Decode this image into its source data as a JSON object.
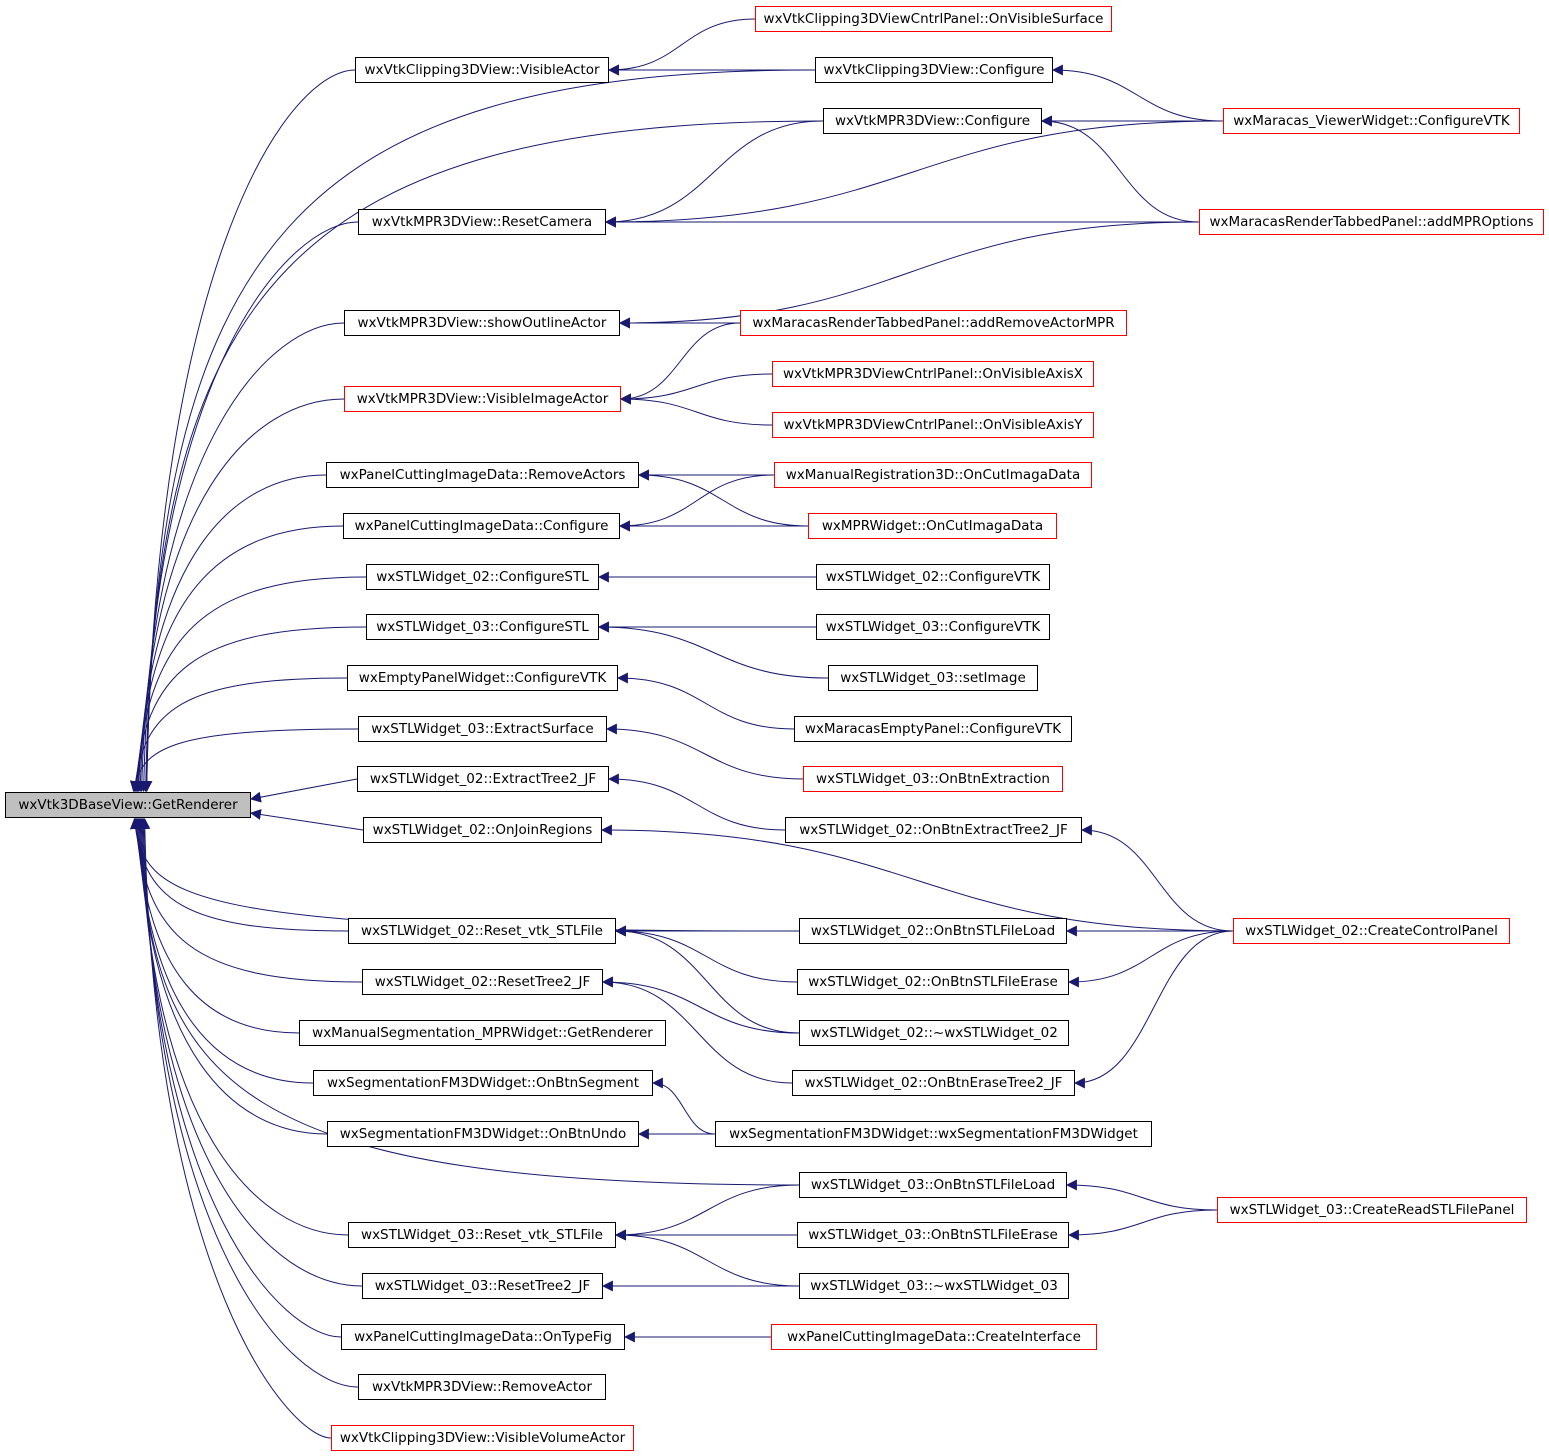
{
  "graph": {
    "title": "",
    "colors": {
      "edge": "#191970",
      "node_border": "#000000",
      "node_border_incomplete": "#ff0000",
      "root_fill": "#bfbfbf"
    },
    "nodes": [
      {
        "id": "n0",
        "label": "wxVtk3DBaseView::GetRenderer",
        "root": true,
        "red": false
      },
      {
        "id": "n1",
        "label": "wxVtkClipping3DView::VisibleActor",
        "red": false
      },
      {
        "id": "n2",
        "label": "wxVtkClipping3DViewCntrlPanel::OnVisibleSurface",
        "red": true
      },
      {
        "id": "n3",
        "label": "wxVtkClipping3DView::Configure",
        "red": false
      },
      {
        "id": "n4",
        "label": "wxVtkMPR3DView::Configure",
        "red": false
      },
      {
        "id": "n5",
        "label": "wxMaracas_ViewerWidget::ConfigureVTK",
        "red": true
      },
      {
        "id": "n6",
        "label": "wxVtkMPR3DView::ResetCamera",
        "red": false
      },
      {
        "id": "n7",
        "label": "wxMaracasRenderTabbedPanel::addMPROptions",
        "red": true
      },
      {
        "id": "n8",
        "label": "wxVtkMPR3DView::showOutlineActor",
        "red": false
      },
      {
        "id": "n9",
        "label": "wxMaracasRenderTabbedPanel::addRemoveActorMPR",
        "red": true
      },
      {
        "id": "n10",
        "label": "wxVtkMPR3DView::VisibleImageActor",
        "red": true
      },
      {
        "id": "n11",
        "label": "wxVtkMPR3DViewCntrlPanel::OnVisibleAxisX",
        "red": true
      },
      {
        "id": "n12",
        "label": "wxVtkMPR3DViewCntrlPanel::OnVisibleAxisY",
        "red": true
      },
      {
        "id": "n13",
        "label": "wxPanelCuttingImageData::RemoveActors",
        "red": false
      },
      {
        "id": "n14",
        "label": "wxManualRegistration3D::OnCutImagaData",
        "red": true
      },
      {
        "id": "n15",
        "label": "wxPanelCuttingImageData::Configure",
        "red": false
      },
      {
        "id": "n16",
        "label": "wxMPRWidget::OnCutImagaData",
        "red": true
      },
      {
        "id": "n17",
        "label": "wxSTLWidget_02::ConfigureSTL",
        "red": false
      },
      {
        "id": "n18",
        "label": "wxSTLWidget_02::ConfigureVTK",
        "red": false
      },
      {
        "id": "n19",
        "label": "wxSTLWidget_03::ConfigureSTL",
        "red": false
      },
      {
        "id": "n20",
        "label": "wxSTLWidget_03::ConfigureVTK",
        "red": false
      },
      {
        "id": "n21",
        "label": "wxSTLWidget_03::setImage",
        "red": false
      },
      {
        "id": "n22",
        "label": "wxEmptyPanelWidget::ConfigureVTK",
        "red": false
      },
      {
        "id": "n23",
        "label": "wxMaracasEmptyPanel::ConfigureVTK",
        "red": false
      },
      {
        "id": "n24",
        "label": "wxSTLWidget_03::ExtractSurface",
        "red": false
      },
      {
        "id": "n25",
        "label": "wxSTLWidget_03::OnBtnExtraction",
        "red": true
      },
      {
        "id": "n26",
        "label": "wxSTLWidget_02::ExtractTree2_JF",
        "red": false
      },
      {
        "id": "n27",
        "label": "wxSTLWidget_02::OnBtnExtractTree2_JF",
        "red": false
      },
      {
        "id": "n28",
        "label": "wxSTLWidget_02::OnJoinRegions",
        "red": false
      },
      {
        "id": "n29",
        "label": "wxSTLWidget_02::CreateControlPanel",
        "red": true
      },
      {
        "id": "n30",
        "label": "wxSTLWidget_02::Reset_vtk_STLFile",
        "red": false
      },
      {
        "id": "n31",
        "label": "wxSTLWidget_02::OnBtnSTLFileLoad",
        "red": false
      },
      {
        "id": "n32",
        "label": "wxSTLWidget_02::OnBtnSTLFileErase",
        "red": false
      },
      {
        "id": "n33",
        "label": "wxSTLWidget_02::ResetTree2_JF",
        "red": false
      },
      {
        "id": "n34",
        "label": "wxSTLWidget_02::~wxSTLWidget_02",
        "red": false
      },
      {
        "id": "n35",
        "label": "wxManualSegmentation_MPRWidget::GetRenderer",
        "red": false
      },
      {
        "id": "n36",
        "label": "wxSTLWidget_02::OnBtnEraseTree2_JF",
        "red": false
      },
      {
        "id": "n37",
        "label": "wxSegmentationFM3DWidget::OnBtnSegment",
        "red": false
      },
      {
        "id": "n38",
        "label": "wxSegmentationFM3DWidget::OnBtnUndo",
        "red": false
      },
      {
        "id": "n39",
        "label": "wxSegmentationFM3DWidget::wxSegmentationFM3DWidget",
        "red": false
      },
      {
        "id": "n40",
        "label": "wxSTLWidget_03::OnBtnSTLFileLoad",
        "red": false
      },
      {
        "id": "n41",
        "label": "wxSTLWidget_03::CreateReadSTLFilePanel",
        "red": true
      },
      {
        "id": "n42",
        "label": "wxSTLWidget_03::Reset_vtk_STLFile",
        "red": false
      },
      {
        "id": "n43",
        "label": "wxSTLWidget_03::OnBtnSTLFileErase",
        "red": false
      },
      {
        "id": "n44",
        "label": "wxSTLWidget_03::ResetTree2_JF",
        "red": false
      },
      {
        "id": "n45",
        "label": "wxSTLWidget_03::~wxSTLWidget_03",
        "red": false
      },
      {
        "id": "n46",
        "label": "wxPanelCuttingImageData::OnTypeFig",
        "red": false
      },
      {
        "id": "n47",
        "label": "wxPanelCuttingImageData::CreateInterface",
        "red": true
      },
      {
        "id": "n48",
        "label": "wxVtkMPR3DView::RemoveActor",
        "red": false
      },
      {
        "id": "n49",
        "label": "wxVtkClipping3DView::VisibleVolumeActor",
        "red": true
      }
    ],
    "edges": [
      {
        "from": "n1",
        "to": "n0"
      },
      {
        "from": "n3",
        "to": "n0"
      },
      {
        "from": "n4",
        "to": "n0"
      },
      {
        "from": "n6",
        "to": "n0"
      },
      {
        "from": "n8",
        "to": "n0"
      },
      {
        "from": "n10",
        "to": "n0"
      },
      {
        "from": "n13",
        "to": "n0"
      },
      {
        "from": "n15",
        "to": "n0"
      },
      {
        "from": "n17",
        "to": "n0"
      },
      {
        "from": "n19",
        "to": "n0"
      },
      {
        "from": "n22",
        "to": "n0"
      },
      {
        "from": "n24",
        "to": "n0"
      },
      {
        "from": "n26",
        "to": "n0"
      },
      {
        "from": "n28",
        "to": "n0"
      },
      {
        "from": "n31",
        "to": "n0"
      },
      {
        "from": "n30",
        "to": "n0"
      },
      {
        "from": "n33",
        "to": "n0"
      },
      {
        "from": "n35",
        "to": "n0"
      },
      {
        "from": "n37",
        "to": "n0"
      },
      {
        "from": "n38",
        "to": "n0"
      },
      {
        "from": "n40",
        "to": "n0"
      },
      {
        "from": "n42",
        "to": "n0"
      },
      {
        "from": "n44",
        "to": "n0"
      },
      {
        "from": "n46",
        "to": "n0"
      },
      {
        "from": "n48",
        "to": "n0"
      },
      {
        "from": "n49",
        "to": "n0"
      },
      {
        "from": "n2",
        "to": "n1"
      },
      {
        "from": "n3",
        "to": "n1"
      },
      {
        "from": "n5",
        "to": "n3"
      },
      {
        "from": "n5",
        "to": "n4"
      },
      {
        "from": "n7",
        "to": "n4"
      },
      {
        "from": "n4",
        "to": "n6"
      },
      {
        "from": "n5",
        "to": "n6"
      },
      {
        "from": "n7",
        "to": "n6"
      },
      {
        "from": "n7",
        "to": "n8"
      },
      {
        "from": "n9",
        "to": "n8"
      },
      {
        "from": "n9",
        "to": "n10"
      },
      {
        "from": "n11",
        "to": "n10"
      },
      {
        "from": "n12",
        "to": "n10"
      },
      {
        "from": "n14",
        "to": "n13"
      },
      {
        "from": "n16",
        "to": "n13"
      },
      {
        "from": "n14",
        "to": "n15"
      },
      {
        "from": "n16",
        "to": "n15"
      },
      {
        "from": "n18",
        "to": "n17"
      },
      {
        "from": "n20",
        "to": "n19"
      },
      {
        "from": "n21",
        "to": "n19"
      },
      {
        "from": "n23",
        "to": "n22"
      },
      {
        "from": "n25",
        "to": "n24"
      },
      {
        "from": "n27",
        "to": "n26"
      },
      {
        "from": "n29",
        "to": "n28"
      },
      {
        "from": "n29",
        "to": "n27"
      },
      {
        "from": "n31",
        "to": "n30"
      },
      {
        "from": "n32",
        "to": "n30"
      },
      {
        "from": "n34",
        "to": "n30"
      },
      {
        "from": "n29",
        "to": "n31"
      },
      {
        "from": "n29",
        "to": "n32"
      },
      {
        "from": "n29",
        "to": "n36"
      },
      {
        "from": "n34",
        "to": "n33"
      },
      {
        "from": "n36",
        "to": "n33"
      },
      {
        "from": "n39",
        "to": "n37"
      },
      {
        "from": "n39",
        "to": "n38"
      },
      {
        "from": "n40",
        "to": "n42"
      },
      {
        "from": "n43",
        "to": "n42"
      },
      {
        "from": "n45",
        "to": "n42"
      },
      {
        "from": "n41",
        "to": "n40"
      },
      {
        "from": "n41",
        "to": "n43"
      },
      {
        "from": "n45",
        "to": "n44"
      },
      {
        "from": "n47",
        "to": "n46"
      }
    ]
  }
}
